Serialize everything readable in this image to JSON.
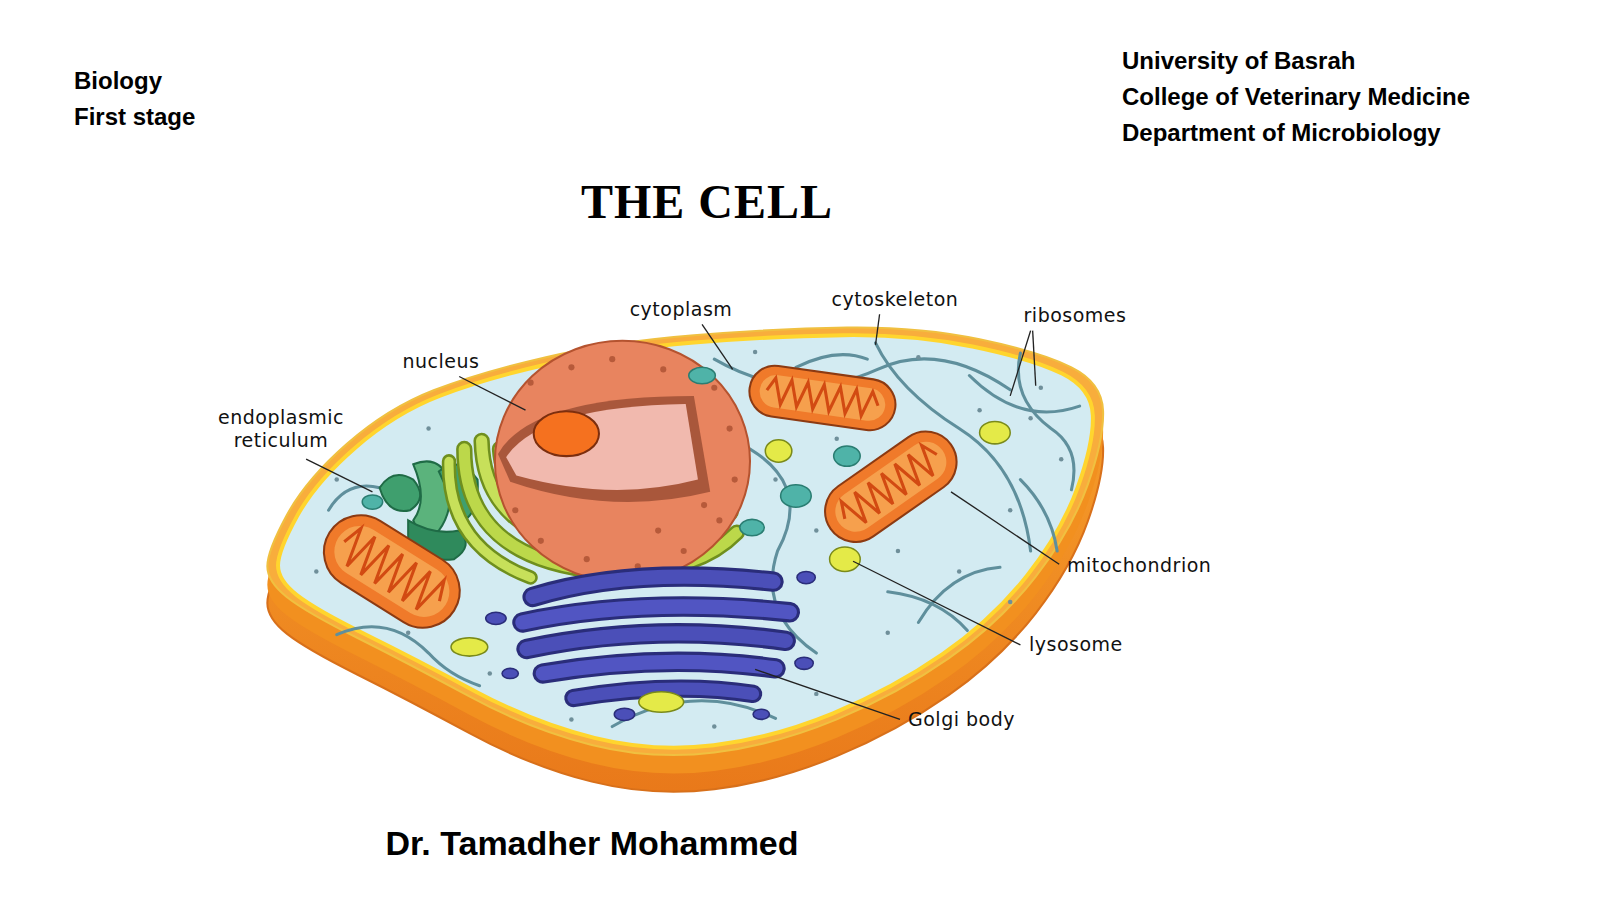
{
  "diagram": {
    "title": "THE CELL",
    "labels": [
      "Biology",
      "First stage",
      "University of Basrah",
      "College of Veterinary Medicine",
      "Department of Microbiology",
      "cytoplasm",
      "cytoskeleton",
      "ribosomes",
      "nucleus",
      "endoplasmic reticulum",
      "mitochondrion",
      "lysosome",
      "Golgi body",
      "Dr. Tamadher Mohammed"
    ]
  }
}
